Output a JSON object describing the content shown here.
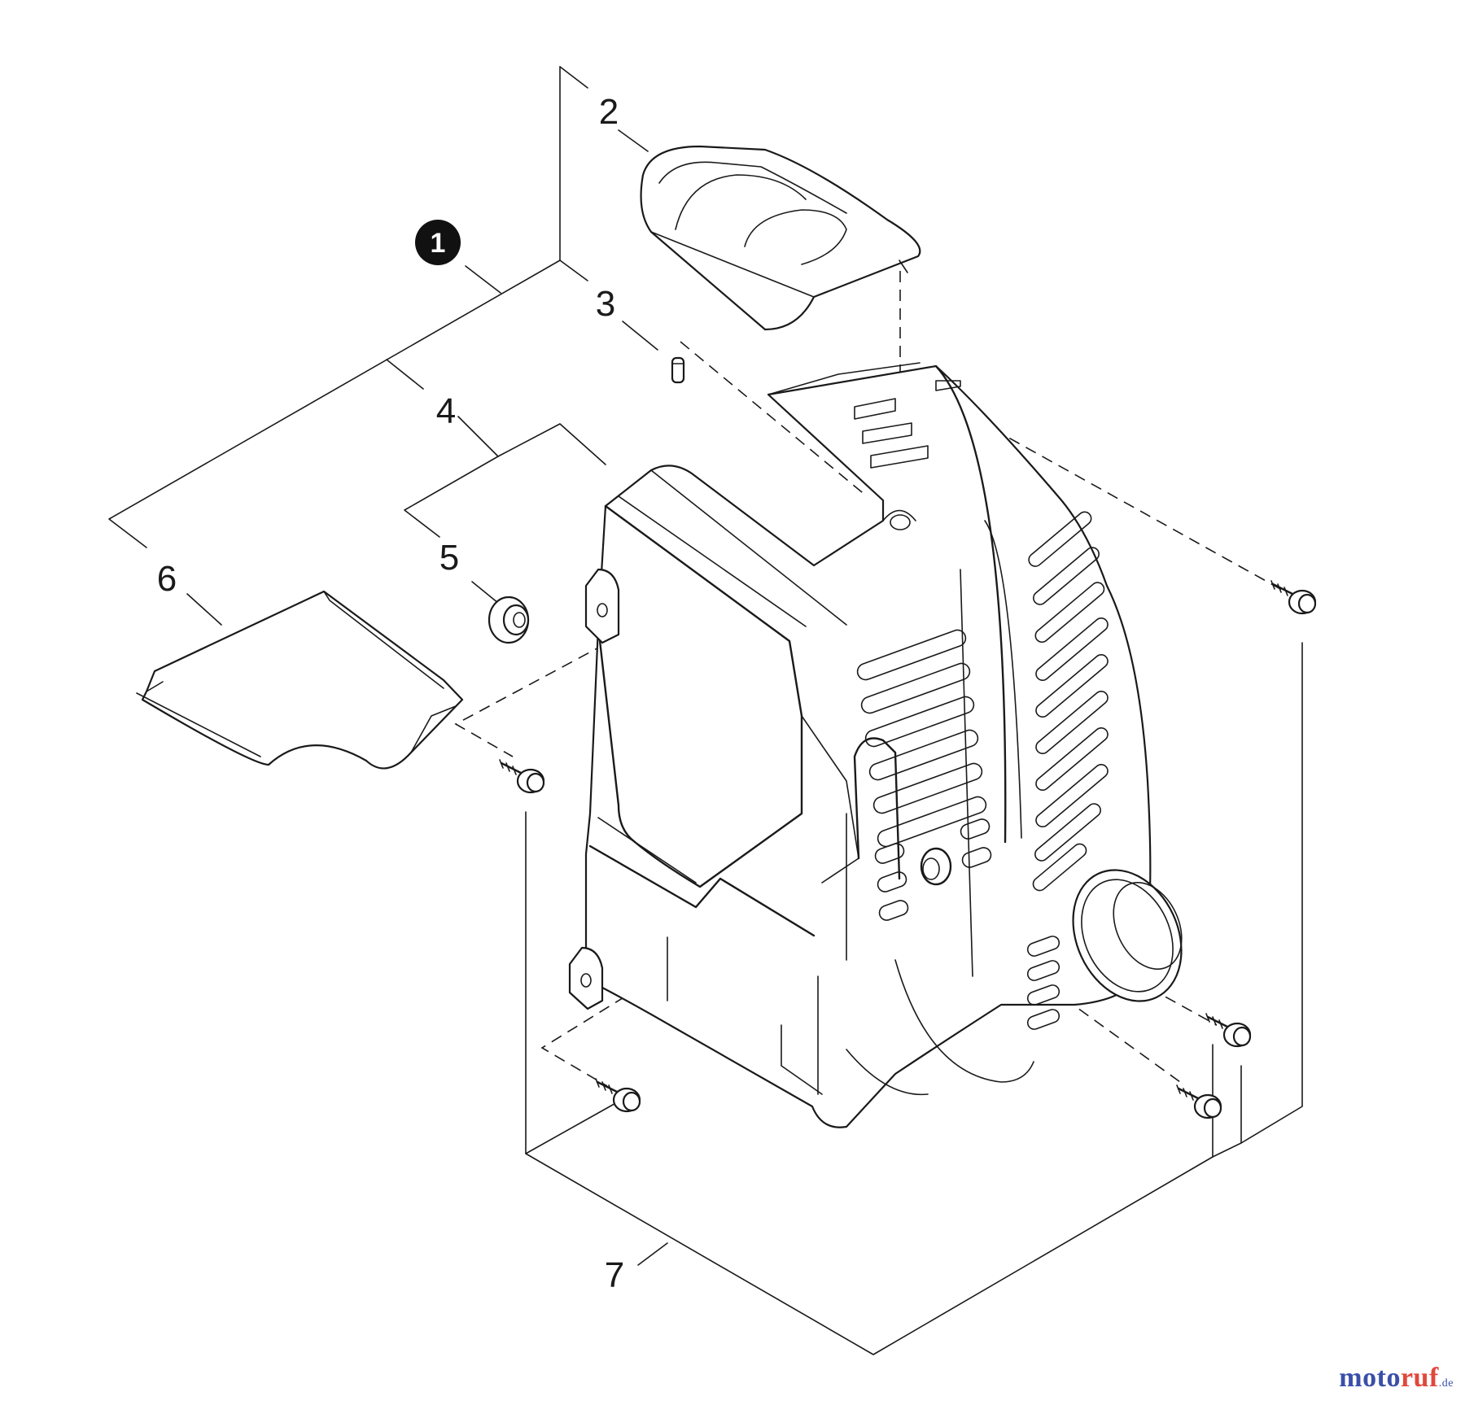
{
  "diagram": {
    "callouts": {
      "c1": "1",
      "c2": "2",
      "c3": "3",
      "c4": "4",
      "c5": "5",
      "c6": "6",
      "c7": "7"
    }
  },
  "watermark": {
    "part_a": "moto",
    "part_b": "ruf",
    "part_c": ".de"
  }
}
